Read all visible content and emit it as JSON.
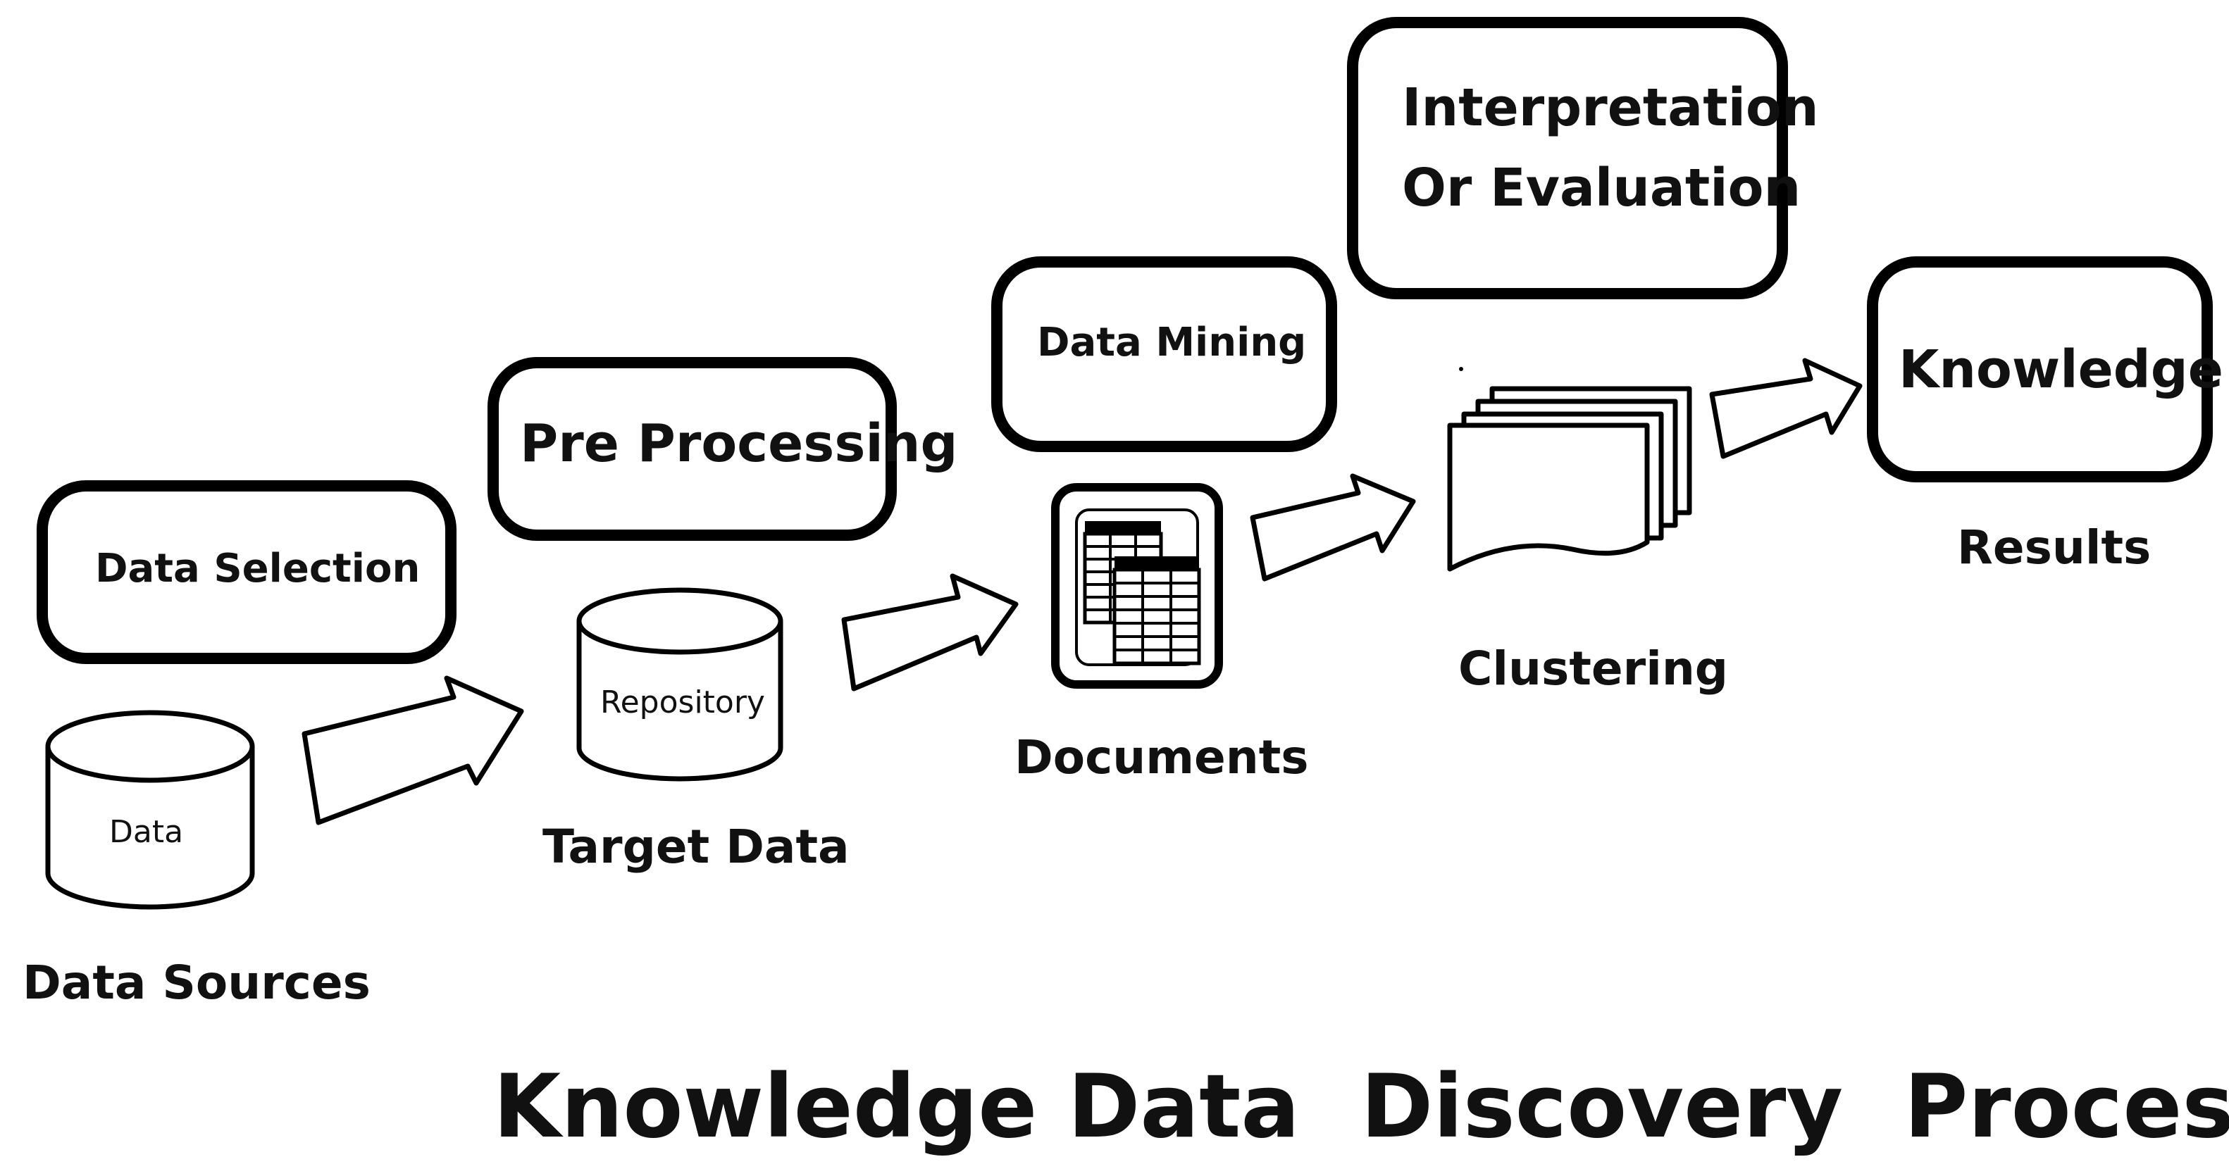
{
  "title": "Knowledge Data  Discovery  Process",
  "steps": {
    "data_selection": "Data Selection",
    "pre_processing": "Pre Processing",
    "data_mining": "Data Mining",
    "interpretation_line1": "Interpretation",
    "interpretation_line2": "Or Evaluation",
    "knowledge": "Knowledge"
  },
  "nodes": {
    "data_sources": {
      "inner": "Data",
      "caption": "Data Sources"
    },
    "target_data": {
      "inner": "Repository",
      "caption": "Target Data"
    },
    "documents": {
      "caption": "Documents"
    },
    "clustering": {
      "caption": "Clustering"
    },
    "results": {
      "caption": "Results"
    }
  },
  "icons": {
    "database": "database-cylinder-icon",
    "table": "spreadsheet-table-icon",
    "pages": "stacked-pages-icon",
    "arrow": "block-arrow-icon"
  },
  "colors": {
    "stroke": "#000000",
    "text": "#111111",
    "background": "#ffffff"
  }
}
